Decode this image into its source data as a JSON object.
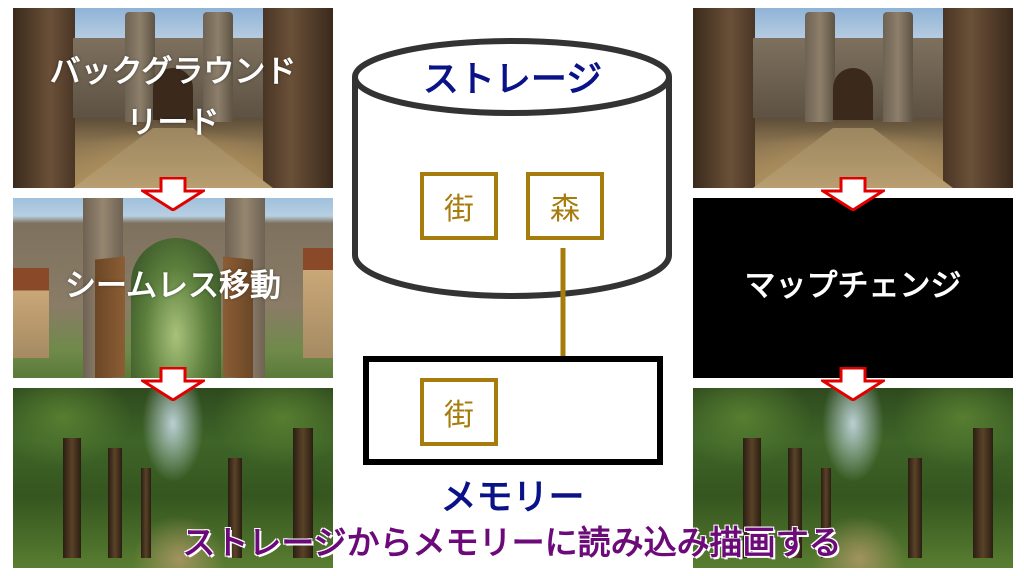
{
  "left_column": {
    "panels": [
      {
        "scene": "castle-town",
        "label_lines": [
          "バックグラウンド",
          "リード"
        ]
      },
      {
        "scene": "castle-gate-to-forest",
        "label_lines": [
          "シームレス移動"
        ]
      },
      {
        "scene": "forest-path",
        "label_lines": []
      }
    ]
  },
  "right_column": {
    "panels": [
      {
        "scene": "castle-town",
        "label_lines": []
      },
      {
        "scene": "black-screen",
        "label_lines": [
          "マップチェンジ"
        ]
      },
      {
        "scene": "forest-path",
        "label_lines": []
      }
    ]
  },
  "diagram": {
    "storage": {
      "title": "ストレージ",
      "items": [
        "街",
        "森"
      ]
    },
    "memory": {
      "title": "メモリー",
      "items": [
        "街"
      ]
    },
    "transfer_arrow": {
      "from": "森",
      "to": "memory"
    }
  },
  "caption": "ストレージからメモリーに読み込み描画する",
  "colors": {
    "title_blue": "#0a1288",
    "item_gold": "#a67c0c",
    "caption_purple": "#6b0a78",
    "arrow_red": "#e00000",
    "cylinder_stroke": "#333333"
  },
  "icons": {
    "transition_arrow": "down-arrow-icon"
  }
}
